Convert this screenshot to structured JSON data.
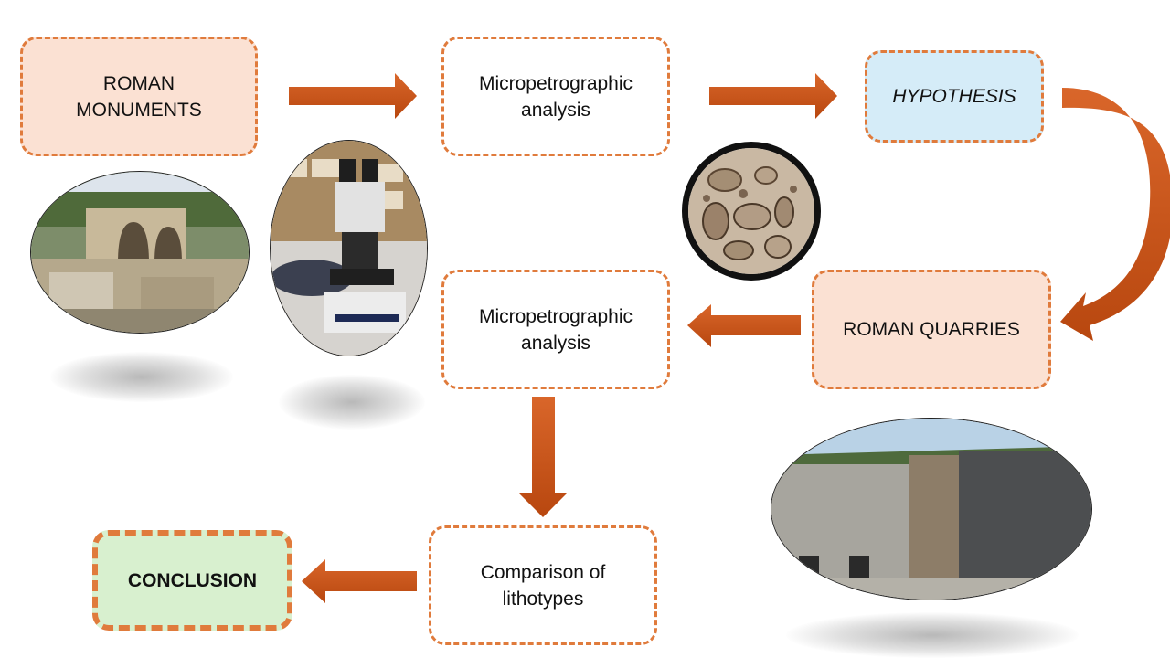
{
  "nodes": {
    "roman_monuments": "ROMAN\nMONUMENTS",
    "analysis_1": "Micropetrographic\nanalysis",
    "hypothesis": "HYPOTHESIS",
    "roman_quarries": "ROMAN QUARRIES",
    "analysis_2": "Micropetrographic\nanalysis",
    "comparison": "Comparison of\nlithotypes",
    "conclusion": "CONCLUSION"
  },
  "colors": {
    "arrow": "#c65317",
    "border": "#e07b3c",
    "peach_fill": "#fbe1d3",
    "blue_fill": "#d5ecf8",
    "green_fill": "#d8f0cf"
  },
  "images": {
    "ruins": "roman-ruins-photo",
    "microscope": "microscope-photo",
    "thin_section": "thin-section-micrograph",
    "quarry": "quarry-photo"
  }
}
